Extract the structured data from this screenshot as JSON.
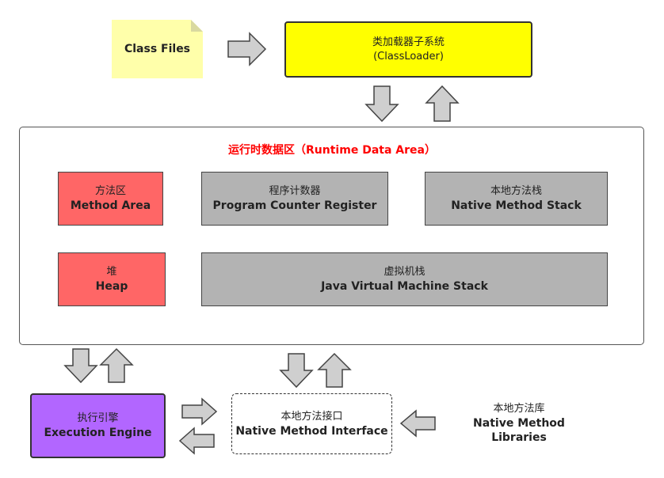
{
  "class_files": {
    "label": "Class Files"
  },
  "class_loader": {
    "zh": "类加载器子系统",
    "en": "(ClassLoader)"
  },
  "runtime_data_area": {
    "title": "运行时数据区（Runtime Data Area）",
    "method_area": {
      "zh": "方法区",
      "en": "Method Area"
    },
    "pc_register": {
      "zh": "程序计数器",
      "en": "Program Counter Register"
    },
    "native_stack": {
      "zh": "本地方法栈",
      "en": "Native Method Stack"
    },
    "heap": {
      "zh": "堆",
      "en": "Heap"
    },
    "jvm_stack": {
      "zh": "虚拟机栈",
      "en": "Java Virtual Machine Stack"
    }
  },
  "execution_engine": {
    "zh": "执行引擎",
    "en": "Execution Engine"
  },
  "native_interface": {
    "zh": "本地方法接口",
    "en": "Native Method Interface"
  },
  "native_libraries": {
    "zh": "本地方法库",
    "en": "Native Method Libraries"
  },
  "colors": {
    "class_files_note": "#ffffaa",
    "class_loader": "#ffff00",
    "red_area": "#ff6666",
    "gray_area": "#b3b3b3",
    "execution_engine": "#b266ff",
    "title_red": "#ff0000",
    "arrow_fill": "#cfcfcf"
  }
}
